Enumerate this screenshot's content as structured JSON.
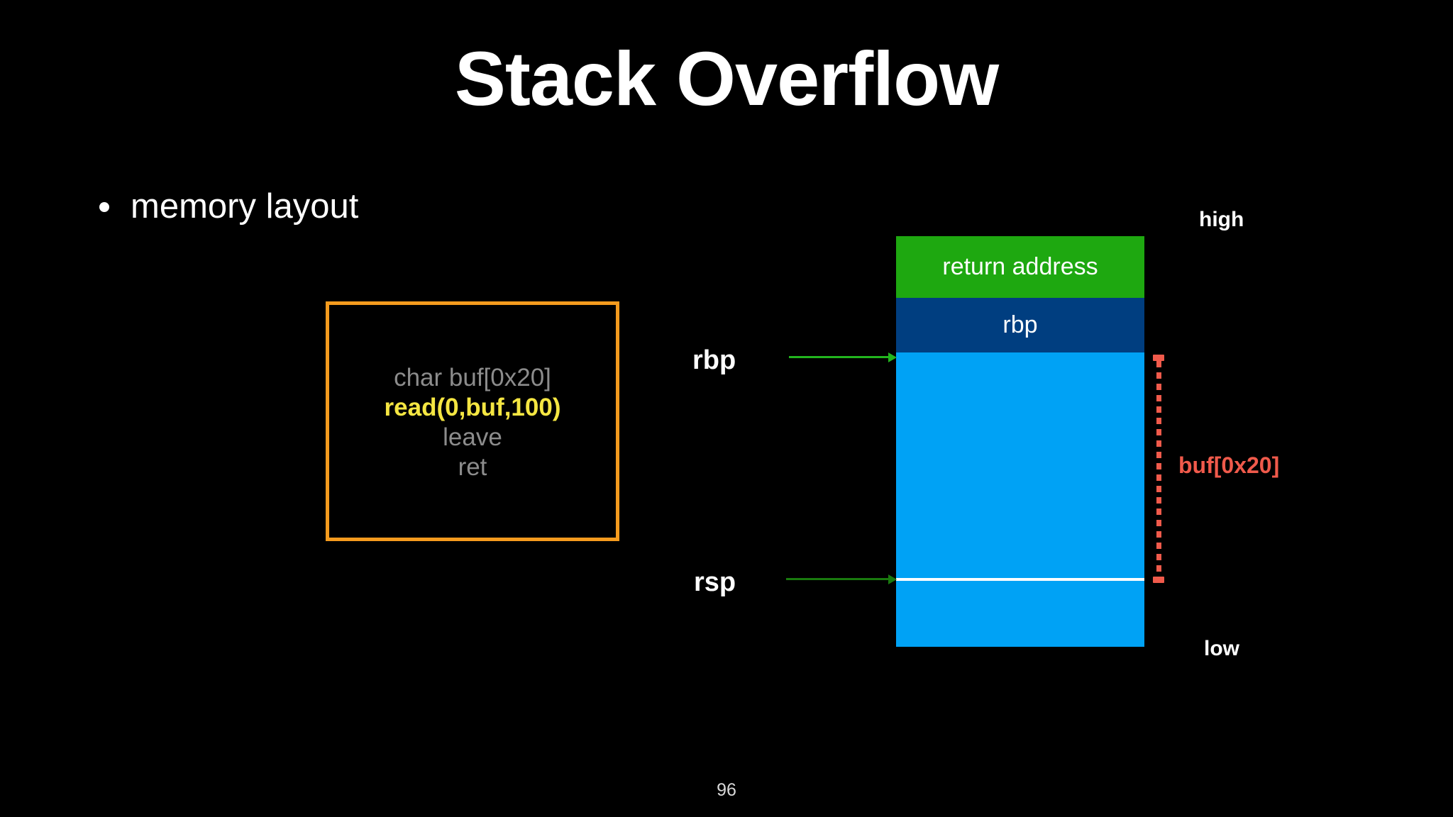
{
  "slide": {
    "title": "Stack Overflow",
    "page_number": "96",
    "background_color": "#000000"
  },
  "bullets": [
    {
      "marker": "•",
      "text": "memory layout"
    }
  ],
  "code_box": {
    "border_color": "#F59B1E",
    "lines": [
      {
        "text": "char buf[0x20]",
        "highlight": false,
        "color": "#8c8c8c"
      },
      {
        "text": "read(0,buf,100)",
        "highlight": true,
        "color": "#F5E642"
      },
      {
        "text": "leave",
        "highlight": false,
        "color": "#8c8c8c"
      },
      {
        "text": "ret",
        "highlight": false,
        "color": "#8c8c8c"
      }
    ]
  },
  "stack_diagram": {
    "segments": [
      {
        "label": "return address",
        "color": "#1EA810"
      },
      {
        "label": "rbp",
        "color": "#003E80"
      },
      {
        "label": "",
        "color": "#00A2F5"
      }
    ],
    "pointers": [
      {
        "name": "rbp",
        "label": "rbp",
        "arrow_color": "#22B51E"
      },
      {
        "name": "rsp",
        "label": "rsp",
        "arrow_color": "#197A0E"
      }
    ],
    "edge_labels": {
      "high": "high",
      "low": "low"
    },
    "bracket": {
      "label": "buf[0x20]",
      "color": "#F05A4B"
    }
  }
}
